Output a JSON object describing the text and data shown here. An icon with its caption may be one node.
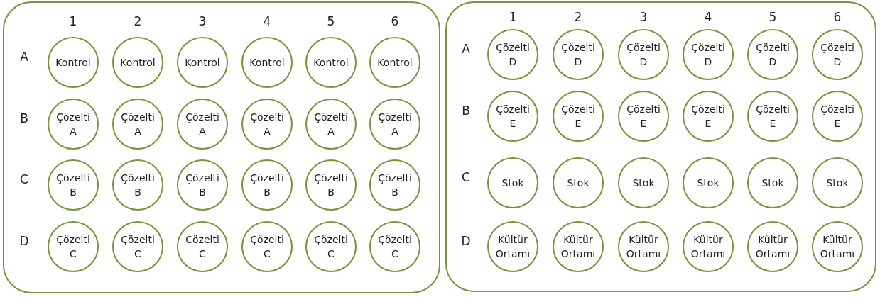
{
  "diagram": {
    "nodes": [
      {
        "text": [],
        "shape": "box"
      },
      {
        "text": [
          "Kontrol"
        ],
        "in": 0
      },
      {
        "text": [
          "Kontrol"
        ],
        "in": 0
      },
      {
        "text": [
          "Kontrol"
        ],
        "in": 0
      },
      {
        "text": [
          "Kontrol"
        ],
        "in": 0
      },
      {
        "text": [
          "Kontrol"
        ],
        "in": 0
      },
      {
        "text": [
          "Kontrol"
        ],
        "in": 0
      },
      {
        "text": [
          "Çözelti A"
        ],
        "in": 0
      },
      {
        "text": [
          "Çözelti A"
        ],
        "in": 0
      },
      {
        "text": [
          "Çözelti A"
        ],
        "in": 0
      },
      {
        "text": [
          "Çözelti A"
        ],
        "in": 0
      },
      {
        "text": [
          "Çözelti A"
        ],
        "in": 0
      },
      {
        "text": [
          "Çözelti A"
        ],
        "in": 0
      },
      {
        "text": [
          "Çözelti B"
        ],
        "in": 0
      },
      {
        "text": [
          "Çözelti B"
        ],
        "in": 0
      },
      {
        "text": [
          "Çözelti B"
        ],
        "in": 0
      },
      {
        "text": [
          "Çözelti B"
        ],
        "in": 0
      },
      {
        "text": [
          "Çözelti B"
        ],
        "in": 0
      },
      {
        "text": [
          "Çözelti B"
        ],
        "in": 0
      },
      {
        "text": [
          "Çözelti C"
        ],
        "in": 0
      },
      {
        "text": [
          "Çözelti C"
        ],
        "in": 0
      },
      {
        "text": [
          "Çözelti C"
        ],
        "in": 0
      },
      {
        "text": [
          "Çözelti C"
        ],
        "in": 0
      },
      {
        "text": [
          "Çözelti C"
        ],
        "in": 0
      },
      {
        "text": [
          "Çözelti C"
        ],
        "in": 0
      },
      {
        "text": [],
        "shape": "box"
      },
      {
        "text": [
          "Çözelti D"
        ],
        "in": 25
      },
      {
        "text": [
          "Çözelti D"
        ],
        "in": 25
      },
      {
        "text": [
          "Çözelti D"
        ],
        "in": 25
      },
      {
        "text": [
          "Çözelti D"
        ],
        "in": 25
      },
      {
        "text": [
          "Çözelti D"
        ],
        "in": 25
      },
      {
        "text": [
          "Çözelti D"
        ],
        "in": 25
      },
      {
        "text": [
          "Çözelti E"
        ],
        "in": 25
      },
      {
        "text": [
          "Çözelti E"
        ],
        "in": 25
      },
      {
        "text": [
          "Çözelti E"
        ],
        "in": 25
      },
      {
        "text": [
          "Çözelti E"
        ],
        "in": 25
      },
      {
        "text": [
          "Çözelti E"
        ],
        "in": 25
      },
      {
        "text": [
          "Çözelti E"
        ],
        "in": 25
      },
      {
        "text": [
          "Stok"
        ],
        "in": 25
      },
      {
        "text": [
          "Stok"
        ],
        "in": 25
      },
      {
        "text": [
          "Stok"
        ],
        "in": 25
      },
      {
        "text": [
          "Stok"
        ],
        "in": 25
      },
      {
        "text": [
          "Stok"
        ],
        "in": 25
      },
      {
        "text": [
          "Stok"
        ],
        "in": 25
      },
      {
        "text": [
          "Kültür Ortamı"
        ],
        "in": 25
      },
      {
        "text": [
          "Kültür Ortamı"
        ],
        "in": 25
      },
      {
        "text": [
          "Kültür Ortamı"
        ],
        "in": 25
      },
      {
        "text": [
          "Kültür Ortamı"
        ],
        "in": 25
      },
      {
        "text": [
          "Kültür Ortamı"
        ],
        "in": 25
      },
      {
        "text": [
          "Kültür Ortamı"
        ],
        "in": 25
      }
    ],
    "edges": [],
    "labels": [
      "1",
      "2",
      "3",
      "4",
      "5",
      "6",
      "A",
      "B",
      "C",
      "D",
      "1",
      "2",
      "3",
      "4",
      "5",
      "6",
      "A",
      "B",
      "C",
      "D"
    ]
  }
}
